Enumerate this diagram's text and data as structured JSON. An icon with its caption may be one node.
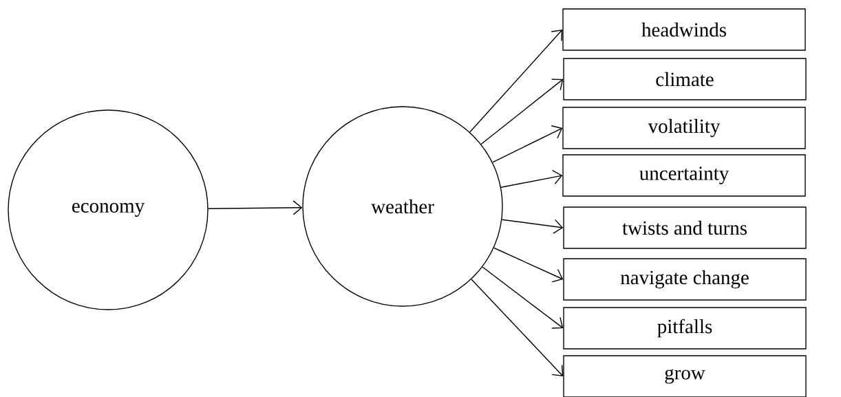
{
  "diagram": {
    "nodes": [
      {
        "text": [
          "economy"
        ]
      },
      {
        "text": [
          "weather"
        ]
      },
      {
        "text": [
          "headwinds"
        ]
      },
      {
        "text": [
          "climate"
        ]
      },
      {
        "text": [
          "volatility"
        ]
      },
      {
        "text": [
          "uncertainty"
        ]
      },
      {
        "text": [
          "twists and turns"
        ]
      },
      {
        "text": [
          "navigate change"
        ]
      },
      {
        "text": [
          "pitfalls"
        ]
      },
      {
        "text": [
          "grow"
        ]
      }
    ],
    "edges": [
      {
        "from": 0,
        "to": 1,
        "arrow": "to"
      },
      {
        "from": 1,
        "to": 2,
        "arrow": "to"
      },
      {
        "from": 1,
        "to": 3,
        "arrow": "to"
      },
      {
        "from": 1,
        "to": 4,
        "arrow": "to"
      },
      {
        "from": 1,
        "to": 5,
        "arrow": "to"
      },
      {
        "from": 1,
        "to": 6,
        "arrow": "to"
      },
      {
        "from": 1,
        "to": 7,
        "arrow": "to"
      },
      {
        "from": 1,
        "to": 8,
        "arrow": "to"
      },
      {
        "from": 1,
        "to": 9,
        "arrow": "to"
      }
    ]
  }
}
